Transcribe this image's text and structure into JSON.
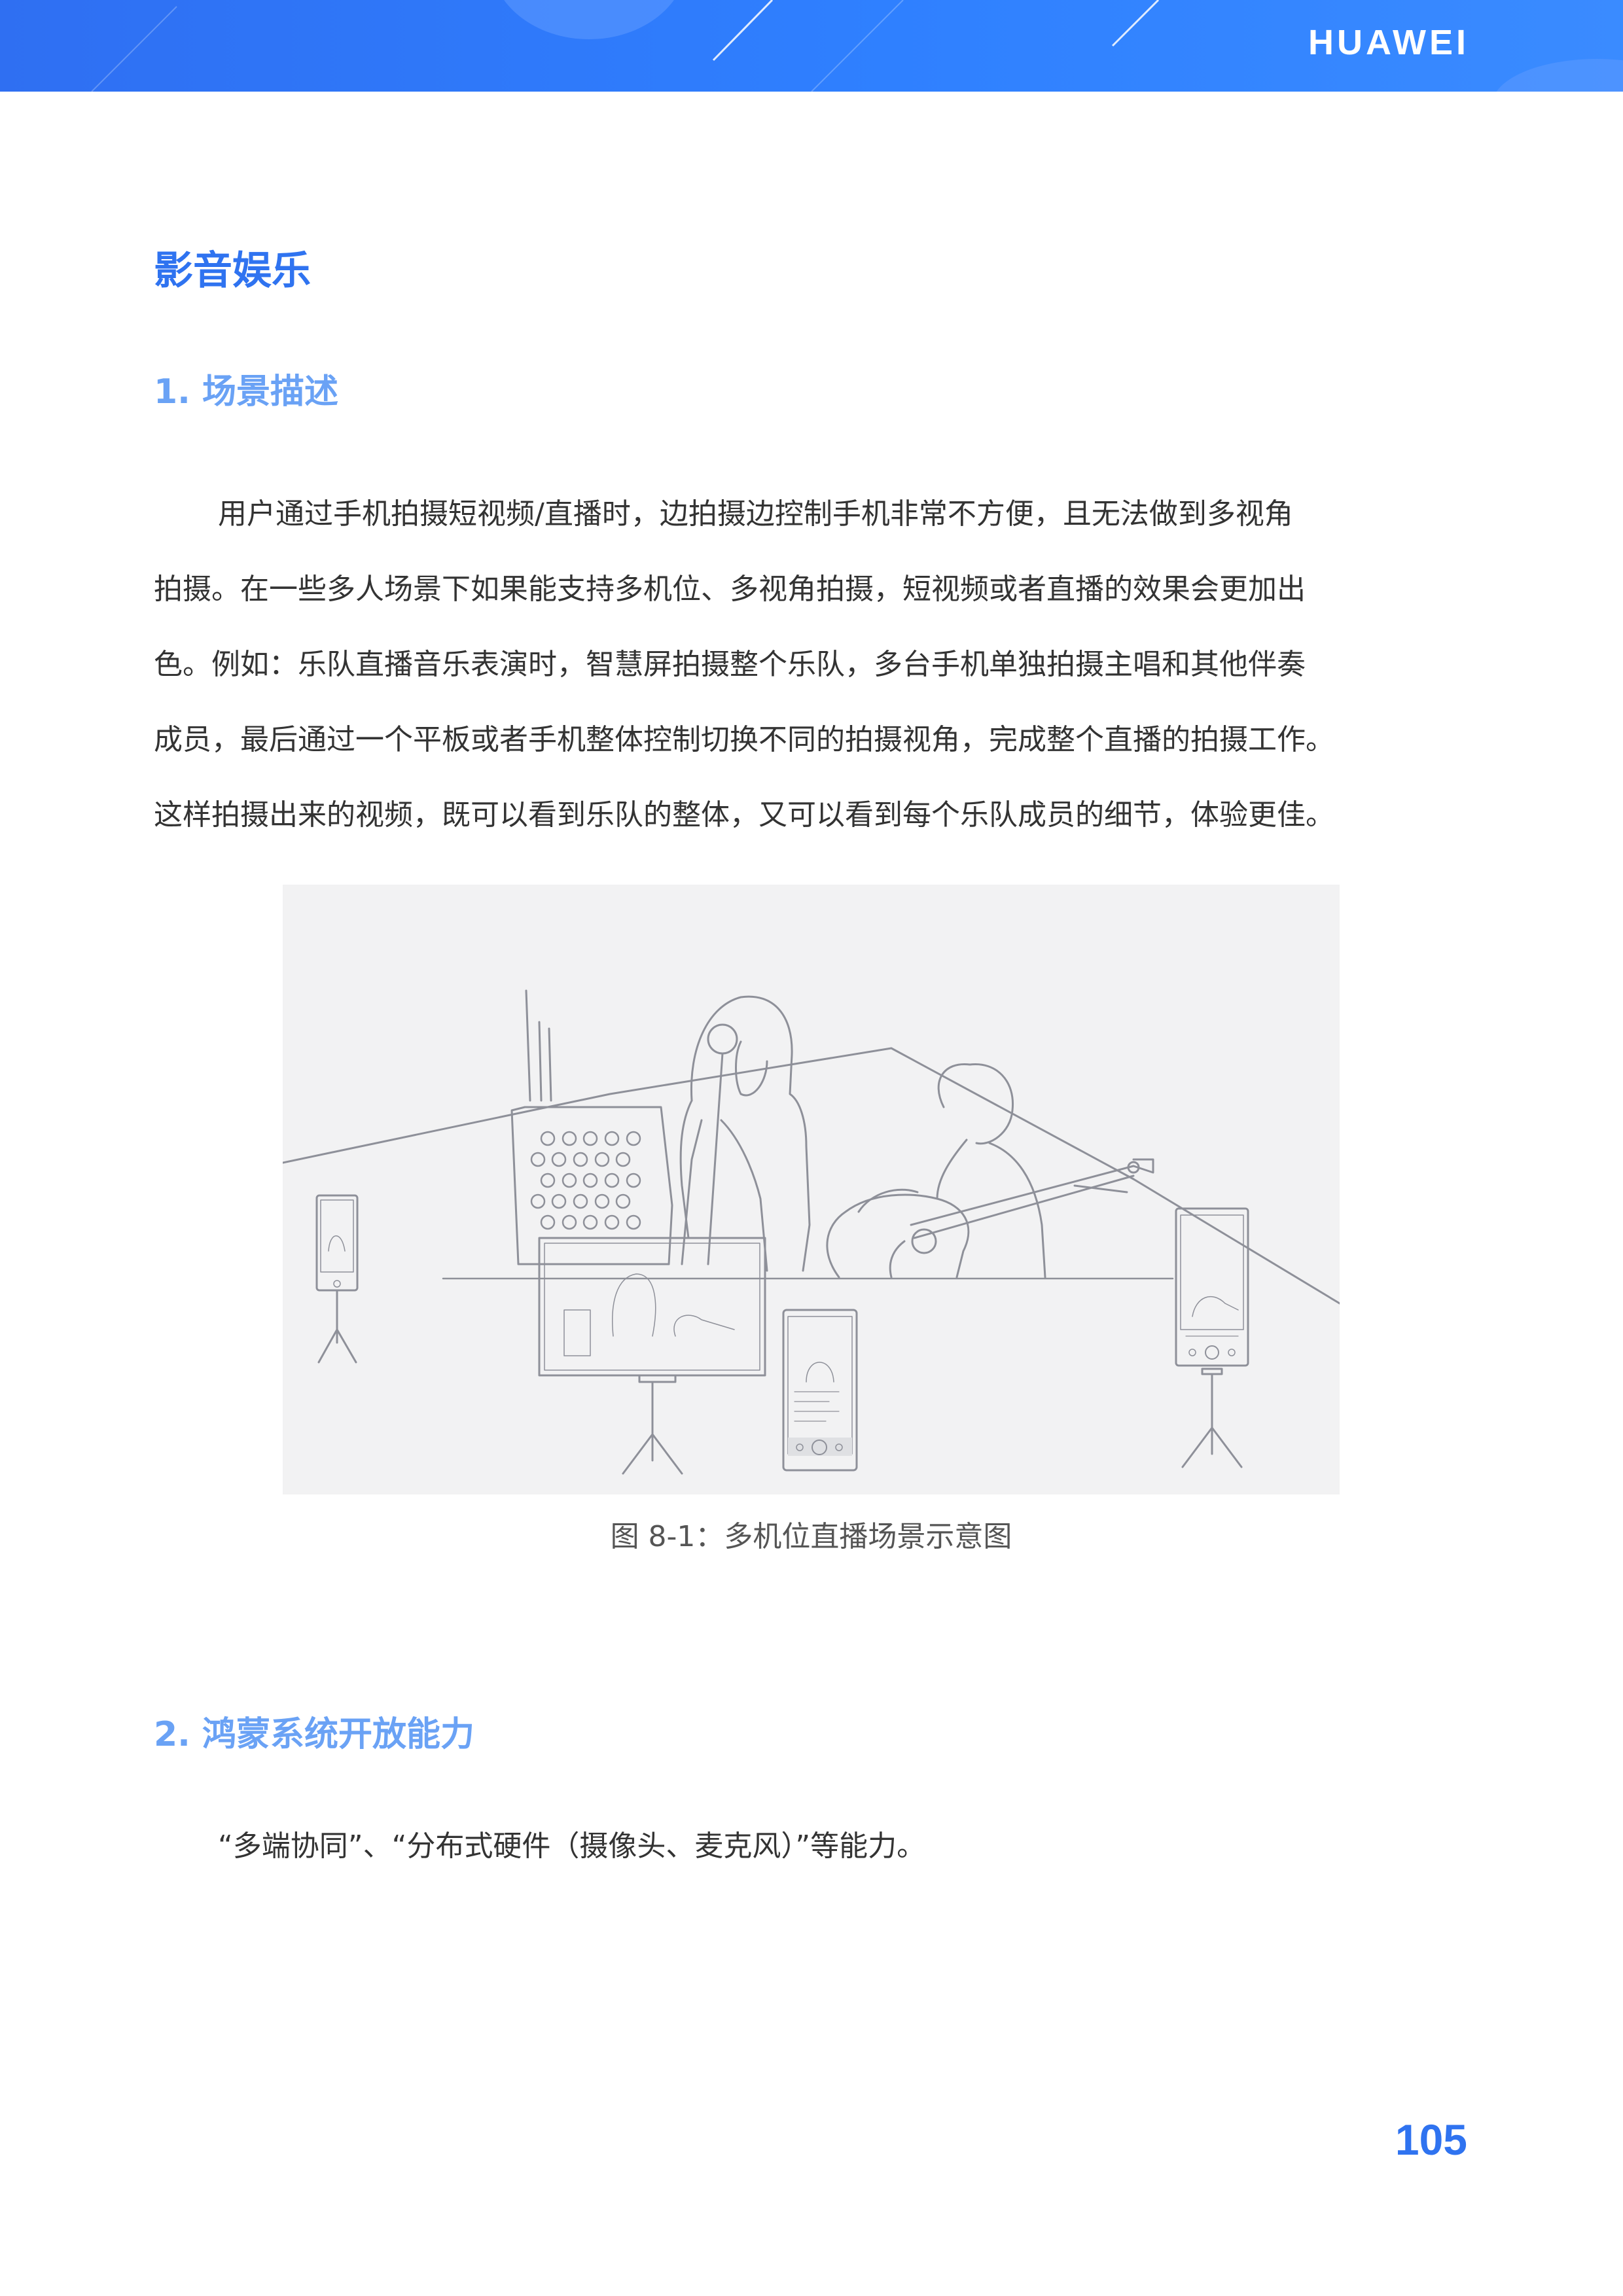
{
  "header": {
    "brand": "HUAWEI"
  },
  "section_title": "影音娱乐",
  "sections": [
    {
      "heading": "1. 场景描述",
      "paragraph_lines": [
        "用户通过手机拍摄短视频/直播时，边拍摄边控制手机非常不方便，且无法做到多视角",
        "拍摄。在一些多人场景下如果能支持多机位、多视角拍摄，短视频或者直播的效果会更加出",
        "色。例如：乐队直播音乐表演时，智慧屏拍摄整个乐队，多台手机单独拍摄主唱和其他伴奏",
        "成员，最后通过一个平板或者手机整体控制切换不同的拍摄视角，完成整个直播的拍摄工作。",
        "这样拍摄出来的视频，既可以看到乐队的整体，又可以看到每个乐队成员的细节，体验更佳。"
      ]
    },
    {
      "heading": "2. 鸿蒙系统开放能力",
      "paragraph": "“多端协同”、“分布式硬件（摄像头、麦克风）”等能力。"
    }
  ],
  "figure": {
    "caption": "图 8-1：多机位直播场景示意图"
  },
  "page_number": "105",
  "colors": {
    "header_blue": "#2f73f0",
    "title_blue": "#2f73f0",
    "subheading_blue": "#6aa2f5",
    "line_art_gray": "#8e9099",
    "figure_bg": "#f2f2f3"
  }
}
